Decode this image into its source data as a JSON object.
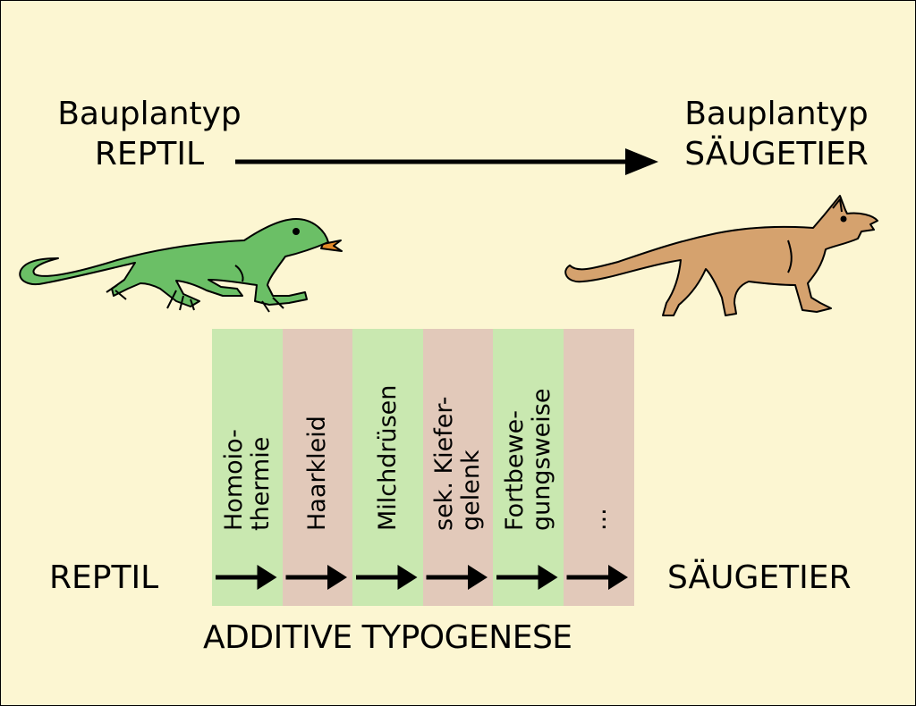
{
  "top": {
    "left_line1": "Bauplantyp",
    "left_line2": "REPTIL",
    "right_line1": "Bauplantyp",
    "right_line2": "SÄUGETIER"
  },
  "bottom": {
    "start_label": "REPTIL",
    "end_label": "SÄUGETIER",
    "title": "ADDITIVE TYPOGENESE"
  },
  "columns": [
    {
      "line1": "Homoio-",
      "line2": "thermie",
      "color": "#c9e8b0"
    },
    {
      "line1": "Haarkleid",
      "line2": "",
      "color": "#e2c9ba"
    },
    {
      "line1": "Milchdrüsen",
      "line2": "",
      "color": "#c9e8b0"
    },
    {
      "line1": "sek. Kiefer-",
      "line2": "gelenk",
      "color": "#e2c9ba"
    },
    {
      "line1": "Fortbewe-",
      "line2": "gungsweise",
      "color": "#c9e8b0"
    },
    {
      "line1": "...",
      "line2": "",
      "color": "#e2c9ba"
    }
  ],
  "colors": {
    "background": "#fcf6d2",
    "lizard": "#6bbf66",
    "mammal": "#d5a26e",
    "tongue": "#e38a2a"
  }
}
